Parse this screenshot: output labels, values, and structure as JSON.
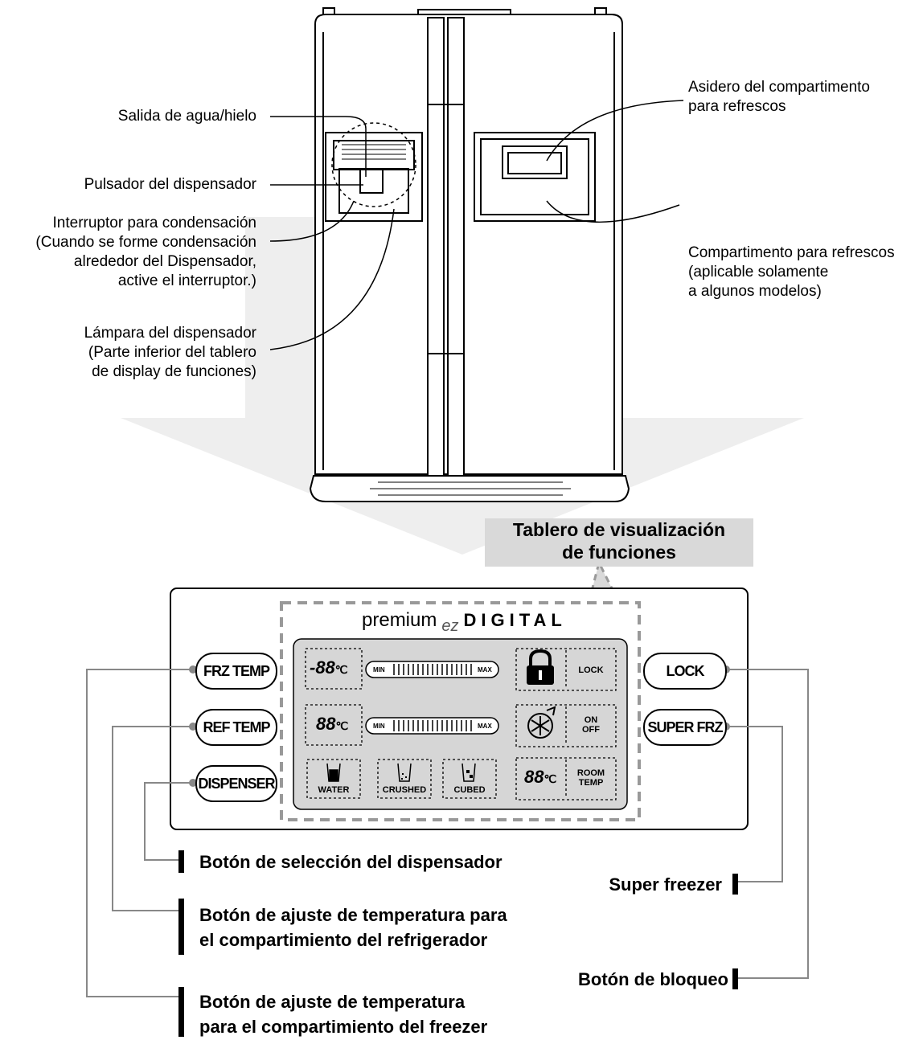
{
  "fridge_labels": {
    "water_outlet": "Salida de agua/hielo",
    "dispenser_button": "Pulsador del dispensador",
    "condensation_switch": [
      "Interruptor para condensación",
      "(Cuando se forme condensación",
      "alrededor del Dispensador,",
      "active el interruptor.)"
    ],
    "dispenser_lamp": [
      "Lámpara del dispensador",
      "(Parte inferior del tablero",
      "de display de funciones)"
    ],
    "refreshment_handle": [
      "Asidero del compartimento",
      "para refrescos"
    ],
    "refreshment_compartment": [
      "Compartimento para refrescos",
      "(aplicable solamente",
      "a algunos modelos)"
    ]
  },
  "callout": [
    "Tablero de visualización",
    "de funciones"
  ],
  "panel": {
    "brand_main": "premium",
    "brand_ez": "ez",
    "brand_digital": "DIGITAL",
    "left_buttons": [
      "FRZ TEMP",
      "REF TEMP",
      "DISPENSER"
    ],
    "right_buttons": [
      "LOCK",
      "SUPER FRZ"
    ],
    "readouts": [
      "-88",
      "88",
      "88"
    ],
    "unit": "℃",
    "bar_min": "MIN",
    "bar_max": "MAX",
    "lock_label": "LOCK",
    "onoff": [
      "ON",
      "OFF"
    ],
    "room_temp": [
      "ROOM",
      "TEMP"
    ],
    "dispense_modes": [
      "WATER",
      "CRUSHED",
      "CUBED"
    ]
  },
  "bottom_labels": {
    "dispenser_select": "Botón de selección del dispensador",
    "super_freezer": "Super freezer",
    "ref_temp": [
      "Botón de ajuste de temperatura para",
      "el compartimiento del refrigerador"
    ],
    "lock": "Botón de bloqueo",
    "frz_temp": [
      "Botón de ajuste de temperatura",
      "para el compartimiento del freezer"
    ]
  },
  "colors": {
    "arrow": "#eeeeee",
    "display_bg": "#d6d6d6",
    "callout_bg": "#d9d9d9",
    "dashed": "#999999"
  }
}
